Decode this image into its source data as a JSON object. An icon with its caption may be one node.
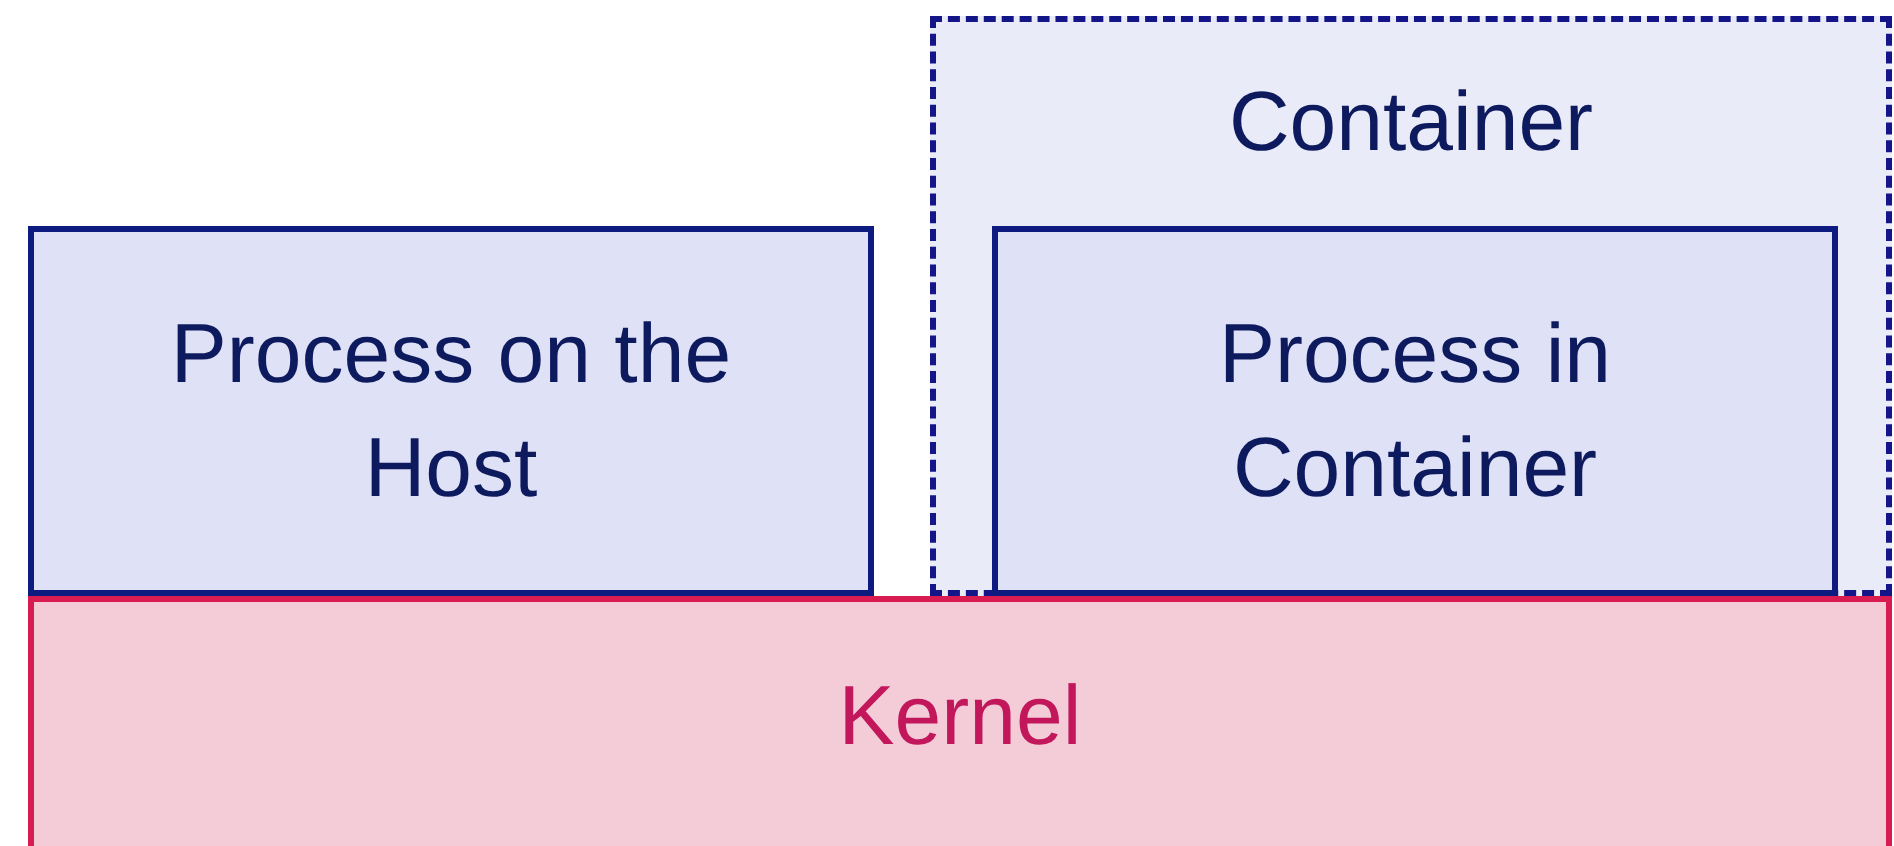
{
  "diagram": {
    "nodes": [
      {
        "text": [
          "Process on the Host"
        ]
      },
      {
        "text": [
          "Container"
        ]
      },
      {
        "text": [
          "Process in Container"
        ],
        "in": 1
      },
      {
        "text": [
          "Kernel"
        ]
      }
    ]
  }
}
